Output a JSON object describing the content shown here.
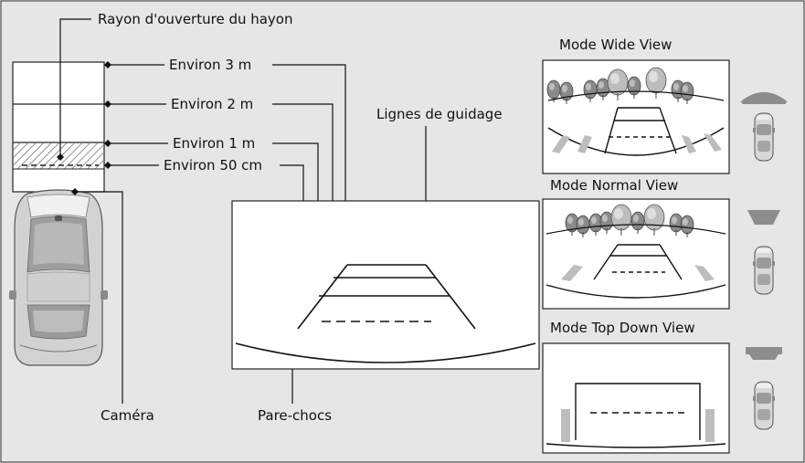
{
  "labels": {
    "tailgate_radius": "Rayon d'ouverture du hayon",
    "about_3m": "Environ 3 m",
    "about_2m": "Environ 2 m",
    "about_1m": "Environ 1 m",
    "about_50cm": "Environ 50 cm",
    "guide_lines": "Lignes de guidage",
    "camera": "Caméra",
    "bumper": "Pare-chocs"
  },
  "modes": {
    "wide": "Mode Wide View",
    "normal": "Mode Normal View",
    "top_down": "Mode Top Down View"
  },
  "colors": {
    "background": "#e6e6e6",
    "line": "#111111",
    "screen": "#ffffff",
    "wedge": "#8c8c8c",
    "car_body": "#d2d2d2"
  }
}
